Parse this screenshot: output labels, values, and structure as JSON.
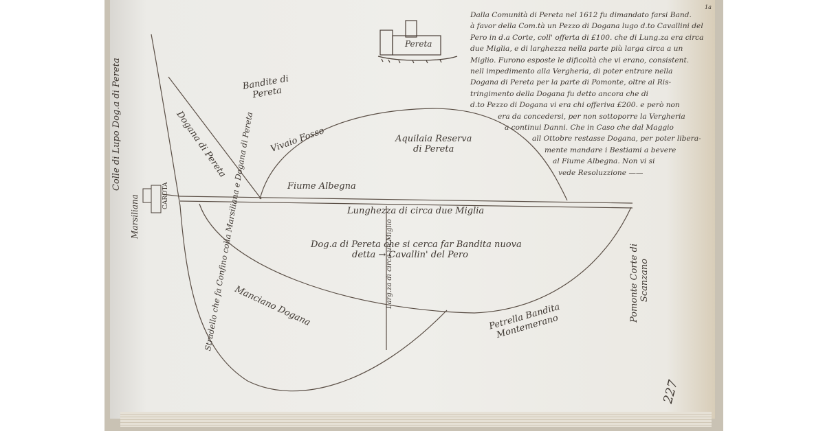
{
  "map": {
    "castle_label": "Pereta",
    "labels": {
      "bandite": [
        "Bandite di",
        "Pereta"
      ],
      "dogana_diag": "Dogana di Pereta",
      "vivaio": "Vivaio Fosso",
      "aquilaia": [
        "Aquilaia Reserva",
        "di Pereta"
      ],
      "fiume": "Fiume Albegna",
      "lunghezza": "Lunghezza di circa due Miglia",
      "dogana_center": [
        "Dog.a di Pereta che si cerca far Bandita nuova",
        "detta →  Cavallin' del Pero"
      ],
      "larghezza": "Larg.za di circa un Miglio",
      "manciano": "Manciano Dogana",
      "petrella": [
        "Petrella Bandita",
        "Montemerano"
      ],
      "pomonte": [
        "Pomonte Corte di",
        "Scanzano"
      ],
      "colle": "Colle di Lupo Dog.a di Pereta",
      "marsiliana": "Marsiliana",
      "carota": "CAROTA",
      "stradello": "Stradello che fa Confino colla Marsiliana e Dogana di Pereta"
    },
    "page_number": "227",
    "corner_mark": "1a"
  },
  "note": {
    "lines": [
      "Dalla Comunità di Pereta nel 1612 fu dimandato farsi Band.",
      "à favor della Com.tà un Pezzo di Dogana lugo d.to Cavallini del",
      "Pero in d.a Corte, coll' offerta di £100. che di Lung.za era circa",
      "due Miglia, e di larghezza nella parte più larga circa a un",
      "Miglio. Furono esposte le dificoltà che vi erano, consistent.",
      "nell impedimento alla Vergheria, di poter entrare nella",
      "Dogana di Pereta per la parte di Pomonte, oltre al Ris-",
      "tringimento della Dogana fu detto ancora che di",
      "d.to Pezzo di Dogana vi era chi offeriva £200. e però non",
      "era da concedersi, per non sottoporre la Vergheria",
      "a continui Danni. Che in Caso che dal Maggio",
      "all Ottobre restasse Dogana, per poter libera-",
      "mente mandare i Bestiami a bevere",
      "al Fiume Albegna. Non vi si",
      "vede Resoluzzione ——"
    ]
  },
  "colors": {
    "ink": "#3d3630",
    "paper": "#efeeea"
  }
}
